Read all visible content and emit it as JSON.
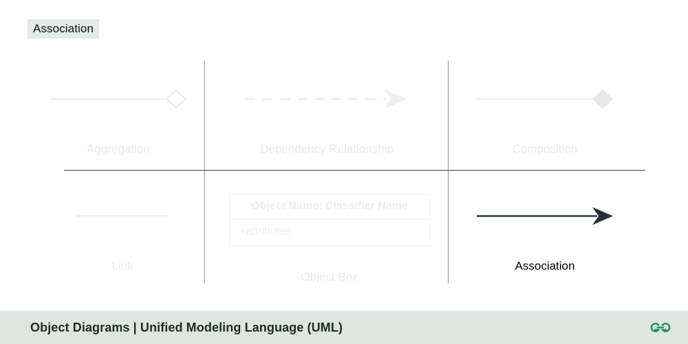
{
  "slide": {
    "title": "Association",
    "title_highlight_color": "#e3ebe7"
  },
  "colors": {
    "faded": "#e9ebec",
    "faded_box_border": "#f1f2f3",
    "active_dark": "#263238",
    "divider_vertical": "#8a8f92",
    "divider_horizontal": "#3c4043",
    "footer_bg": "#dde7e0",
    "footer_text": "#1c2b27",
    "brand_green": "#2f8d6a"
  },
  "grid": {
    "cells": [
      {
        "key": "aggregation",
        "label": "Aggregation",
        "notation": "line-with-hollow-diamond",
        "active": false,
        "row": 1,
        "column": 1
      },
      {
        "key": "dependency",
        "label": "Dependency Relationship",
        "notation": "dashed-line-with-open-arrow",
        "active": false,
        "row": 1,
        "column": 2
      },
      {
        "key": "composition",
        "label": "Composition",
        "notation": "line-with-filled-diamond",
        "active": false,
        "row": 1,
        "column": 3
      },
      {
        "key": "link",
        "label": "Link",
        "notation": "plain-line",
        "active": false,
        "row": 2,
        "column": 1
      },
      {
        "key": "object-box",
        "label": "Object Box",
        "notation": "two-compartment-box",
        "active": false,
        "row": 2,
        "column": 2
      },
      {
        "key": "association",
        "label": "Association",
        "notation": "solid-line-with-filled-arrow",
        "active": true,
        "row": 2,
        "column": 3
      }
    ]
  },
  "object_box": {
    "name": "Object Name: Classifier Name",
    "attributes": "+attributes"
  },
  "footer": {
    "title": "Object Diagrams | Unified Modeling Language (UML)",
    "logo_name": "geeksforgeeks-logo"
  }
}
